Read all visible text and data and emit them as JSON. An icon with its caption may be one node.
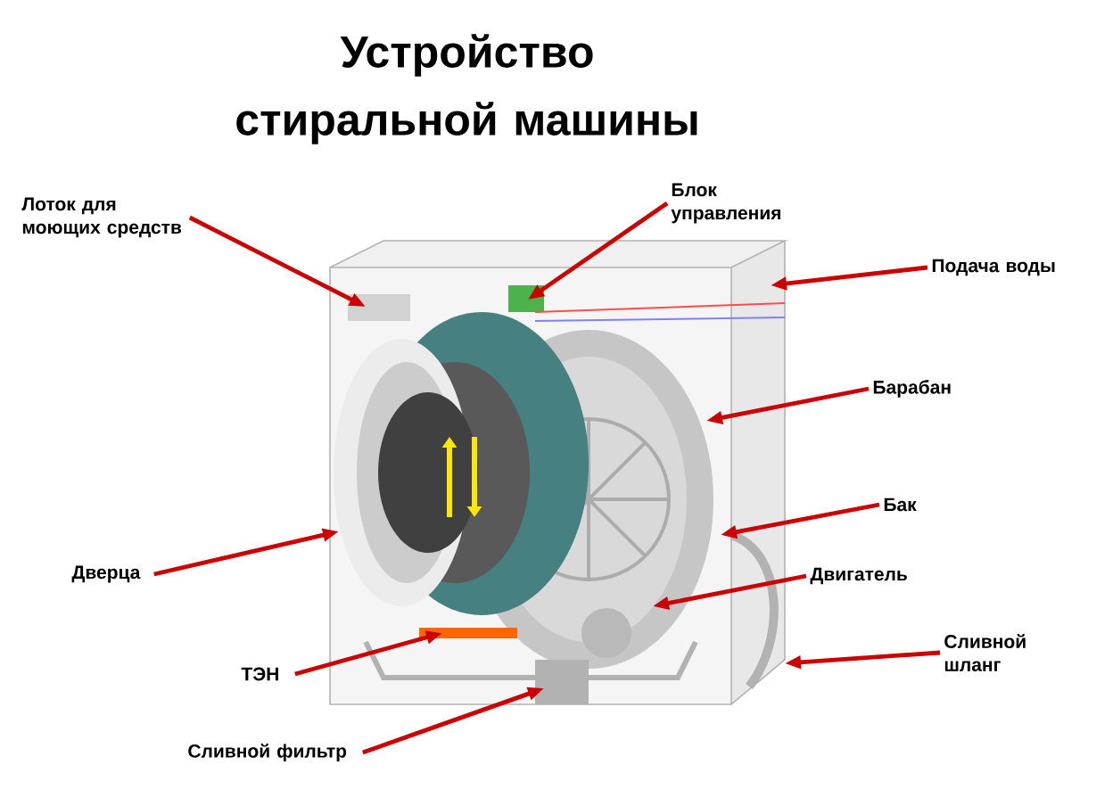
{
  "diagram": {
    "title": "Устройство стиральной машины",
    "nodes": [
      {
        "text": [
          "Лоток для моющих средств"
        ]
      },
      {
        "text": [
          "Блок управления"
        ]
      },
      {
        "text": [
          "Подача воды"
        ]
      },
      {
        "text": [
          "Барабан"
        ]
      },
      {
        "text": [
          "Бак"
        ]
      },
      {
        "text": [
          "Дверца"
        ]
      },
      {
        "text": [
          "Двигатель"
        ]
      },
      {
        "text": [
          "ТЭН"
        ]
      },
      {
        "text": [
          "Сливной шланг"
        ]
      },
      {
        "text": [
          "Сливной фильтр"
        ]
      }
    ],
    "edges": [
      {
        "from": 0,
        "to": null,
        "arrow": "to"
      },
      {
        "from": 1,
        "to": null,
        "arrow": "to"
      },
      {
        "from": 2,
        "to": null,
        "arrow": "to"
      },
      {
        "from": 3,
        "to": null,
        "arrow": "to"
      },
      {
        "from": 4,
        "to": null,
        "arrow": "to"
      },
      {
        "from": 5,
        "to": null,
        "arrow": "to"
      },
      {
        "from": 6,
        "to": null,
        "arrow": "to"
      },
      {
        "from": 7,
        "to": null,
        "arrow": "to"
      },
      {
        "from": 8,
        "to": null,
        "arrow": "to"
      },
      {
        "from": 9,
        "to": null,
        "arrow": "to"
      }
    ]
  }
}
